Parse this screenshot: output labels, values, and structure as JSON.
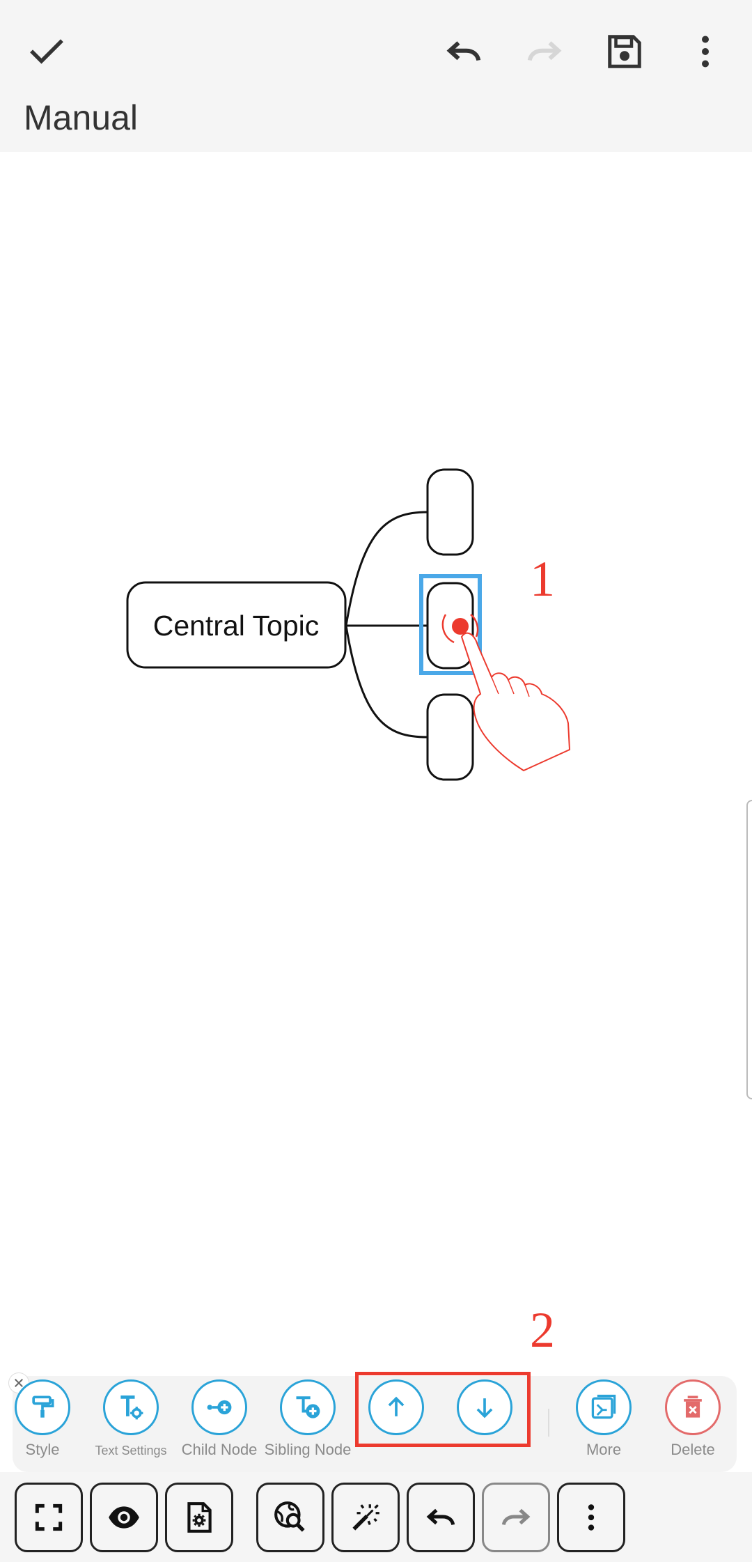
{
  "header": {
    "title": "Manual",
    "icons": [
      "check-icon",
      "undo-icon",
      "redo-icon",
      "save-icon",
      "more-vertical-icon"
    ]
  },
  "mindmap": {
    "central_topic": "Central Topic",
    "child_nodes": [
      "",
      "",
      ""
    ],
    "selected_child_index": 1
  },
  "annotations": {
    "step1": "1",
    "step2": "2"
  },
  "node_toolbar": {
    "style": "Style",
    "text_settings": "Text Settings",
    "child_node": "Child Node",
    "sibling_node": "Sibling Node",
    "more": "More",
    "delete": "Delete"
  },
  "bottom_bar": {
    "icons": [
      "fullscreen-icon",
      "eye-icon",
      "document-settings-icon",
      "search-globe-icon",
      "magic-wand-icon",
      "undo-icon",
      "redo-icon",
      "more-vertical-icon"
    ]
  },
  "colors": {
    "accent": "#2aa3d8",
    "danger": "#e36a6a",
    "annotation": "#ec3a2e",
    "selection": "#4aa8e8"
  }
}
